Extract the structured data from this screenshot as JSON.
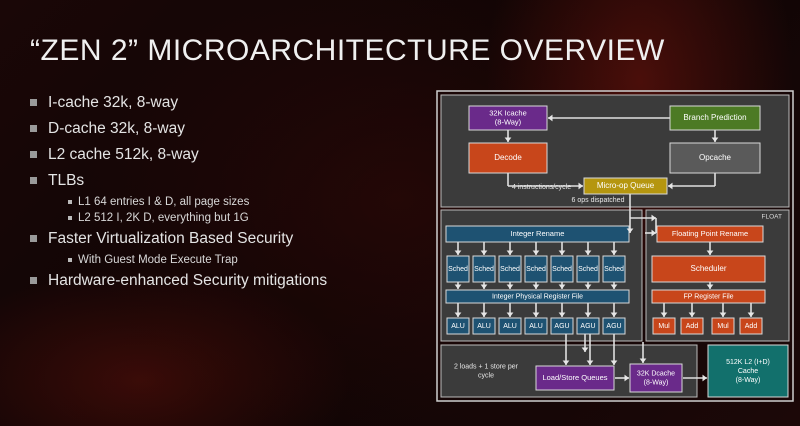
{
  "title": "“ZEN 2” MICROARCHITECTURE OVERVIEW",
  "bullets": [
    {
      "text": "I-cache 32k, 8-way"
    },
    {
      "text": "D-cache 32k, 8-way"
    },
    {
      "text": "L2 cache 512k, 8-way"
    },
    {
      "text": "TLBs",
      "sub": [
        "L1 64 entries I & D, all page sizes",
        "L2  512 I, 2K D, everything but 1G"
      ]
    },
    {
      "text": "Faster Virtualization Based Security",
      "sub": [
        "With Guest Mode Execute Trap"
      ]
    },
    {
      "text": "Hardware-enhanced Security mitigations"
    }
  ],
  "diagram": {
    "frontend": {
      "icache": [
        "32K Icache",
        "(8-Way)"
      ],
      "branch_prediction": "Branch Prediction",
      "decode": "Decode",
      "opcache": "Opcache",
      "micro_op_queue": "Micro-op Queue",
      "instructions_per_cycle": "4 instructions/cycle",
      "ops_dispatched": "6 ops dispatched"
    },
    "integer": {
      "rename": "Integer Rename",
      "sched_label": "Sched",
      "sched_count": 7,
      "register_file": "Integer Physical Register File",
      "units": [
        "ALU",
        "ALU",
        "ALU",
        "ALU",
        "AGU",
        "AGU",
        "AGU"
      ]
    },
    "float": {
      "label": "FLOAT",
      "rename": "Floating Point Rename",
      "scheduler": "Scheduler",
      "register_file": "FP Register File",
      "units": [
        "Mul",
        "Add",
        "Mul",
        "Add"
      ]
    },
    "memory": {
      "loads_stores_per_cycle": [
        "2 loads + 1 store per",
        "cycle"
      ],
      "load_store_queues": "Load/Store Queues",
      "dcache": [
        "32K Dcache",
        "(8-Way)"
      ],
      "l2": [
        "512K L2 (I+D)",
        "Cache",
        "(8-Way)"
      ]
    },
    "colors": {
      "purple": "#6a2a8a",
      "green": "#4c7a24",
      "orange": "#c8461b",
      "gray": "#5a5a5a",
      "gold": "#b5960f",
      "blue": "#1e5272",
      "teal": "#12706c",
      "panel": "#3b3b3b"
    }
  }
}
